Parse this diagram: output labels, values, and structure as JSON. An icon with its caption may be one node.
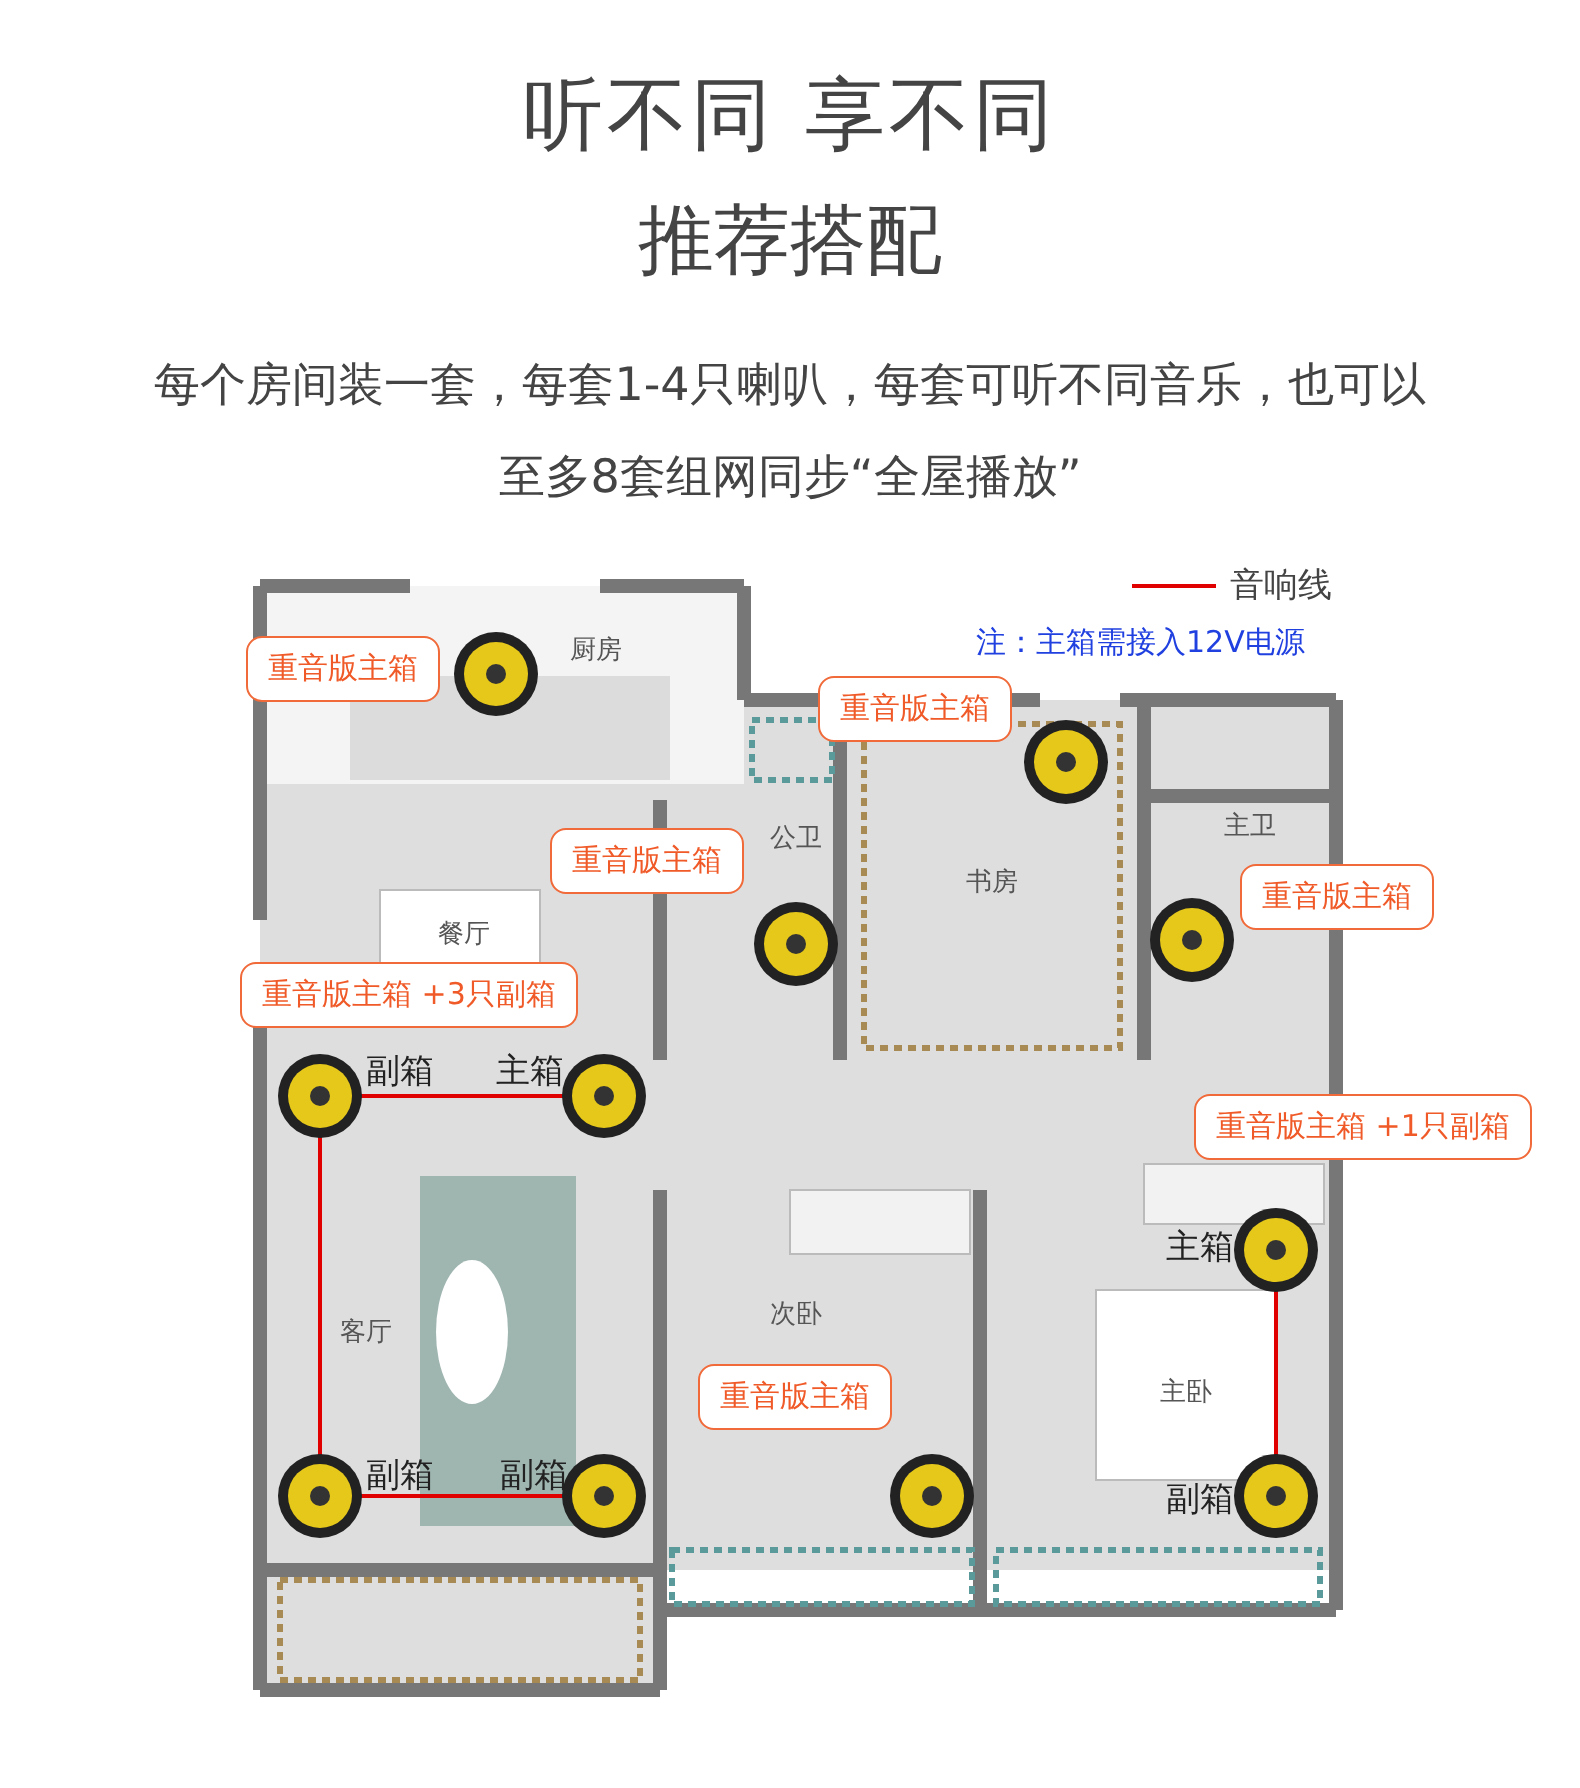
{
  "diagram": {
    "title": "听不同 享不同",
    "nodes": [
      {
        "text": [],
        "shape": "picture"
      },
      {
        "text": [],
        "shape": "picture"
      },
      {
        "text": [],
        "shape": "picture"
      },
      {
        "text": [],
        "shape": "picture"
      },
      {
        "text": [],
        "shape": "picture",
        "beside": [
          "副箱"
        ]
      },
      {
        "text": [],
        "shape": "picture",
        "beside": [
          "主箱"
        ]
      },
      {
        "text": [],
        "shape": "picture",
        "beside": [
          "主箱"
        ]
      },
      {
        "text": [],
        "shape": "picture",
        "beside": [
          "副箱"
        ]
      },
      {
        "text": [],
        "shape": "picture",
        "beside": [
          "副箱"
        ]
      },
      {
        "text": [],
        "shape": "picture"
      },
      {
        "text": [],
        "shape": "picture",
        "beside": [
          "副箱"
        ]
      }
    ],
    "edges": [
      {
        "from": 4,
        "to": 5,
        "arrow": "none"
      },
      {
        "from": 4,
        "to": 7,
        "arrow": "none"
      },
      {
        "from": 7,
        "to": 8,
        "arrow": "none"
      },
      {
        "from": 6,
        "to": 10,
        "arrow": "none"
      }
    ],
    "labels": [
      "推荐搭配",
      "每个房间装一套，每套1-4只喇叭，每套可听不同音乐，也可以至多8套组网同步“全屋播放”",
      "注：主箱需接入12V电源",
      "厨房",
      "重音版主箱",
      "重音版主箱",
      "公卫",
      "主卫",
      "重音版主箱",
      "书房",
      "重音版主箱",
      "餐厅",
      "重音版主箱 +3只副箱",
      "重音版主箱 +1只副箱",
      "客厅",
      "次卧",
      "主卧",
      "重音版主箱"
    ],
    "legend": [
      {
        "text": "音响线"
      }
    ]
  }
}
